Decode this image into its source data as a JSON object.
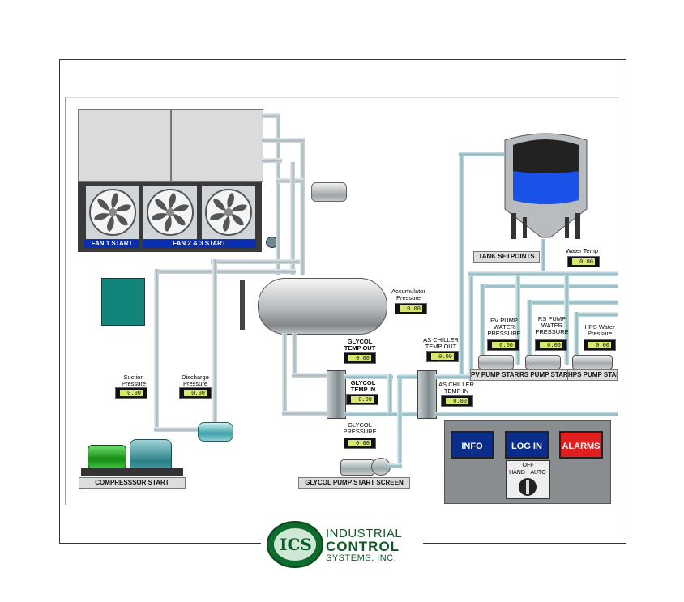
{
  "fans": {
    "fan1_label": "FAN 1 START",
    "fan23_label": "FAN 2 & 3 START"
  },
  "accumulator": {
    "label": "Accumulator\nPressure",
    "value": "0.00"
  },
  "suction": {
    "label": "Suction\nPressure",
    "value": "0.00"
  },
  "discharge": {
    "label": "Discharge\nPressure",
    "value": "0.00"
  },
  "glycol_temp_out": {
    "label": "GLYCOL\nTEMP OUT",
    "value": "0.00"
  },
  "glycol_temp_in": {
    "label": "GLYCOL\nTEMP IN",
    "value": "0.00"
  },
  "glycol_pressure": {
    "label": "GLYCOL\nPRESSURE",
    "value": "0.00"
  },
  "as_chiller_out": {
    "label": "AS CHILLER\nTEMP OUT",
    "value": "0.00"
  },
  "as_chiller_in": {
    "label": "AS CHILLER\nTEMP IN",
    "value": "0.00"
  },
  "tank_setpoints_label": "TANK SETPOINTS",
  "water_temp": {
    "label": "Water Temp",
    "value": "0.00"
  },
  "pv_pump": {
    "label": "PV PUMP\nWATER\nPRESSURE",
    "value": "0.00",
    "start": "PV PUMP START"
  },
  "rs_pump": {
    "label": "RS PUMP\nWATER\nPRESSURE",
    "value": "0.00",
    "start": "RS PUMP START"
  },
  "hps_pump": {
    "label": "HPS Water\nPressure",
    "value": "0.00",
    "start": "HPS PUMP START"
  },
  "compressor_start": "COMPRESSSOR START",
  "glycol_pump_start": "GLYCOL PUMP START SCREEN",
  "control_panel": {
    "info": "INFO",
    "login": "LOG IN",
    "alarms": "ALARMS",
    "switch_off": "OFF",
    "switch_hand": "HAND",
    "switch_auto": "AUTO"
  },
  "logo": {
    "line1": "INDUSTRIAL",
    "line2": "CONTROL",
    "line3": "SYSTEMS, INC.",
    "mark": "ICS"
  },
  "colors": {
    "blue_button": "#0a2d8c",
    "red_button": "#e02020",
    "teal_box": "#12857b",
    "tank_water": "#1a52e8",
    "fan_bar": "#0a2db0"
  }
}
